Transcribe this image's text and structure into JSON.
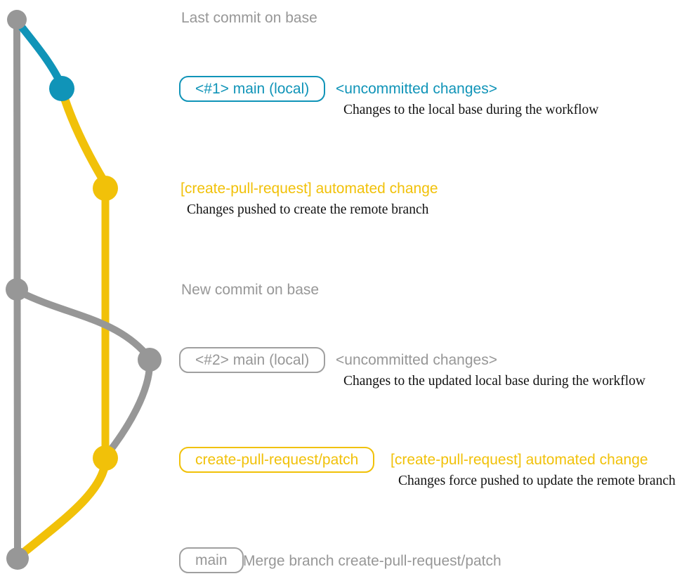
{
  "colors": {
    "gray": "#979797",
    "blue": "#1094b8",
    "yellow": "#f1c109",
    "annotation_text": "#111111",
    "background": "#ffffff"
  },
  "graph": {
    "type": "git-branch-diagram",
    "commits": [
      {
        "id": "last-commit-on-base",
        "branch_color": "gray"
      },
      {
        "id": "uncommitted-changes-1",
        "branch_color": "blue"
      },
      {
        "id": "automated-change-1",
        "branch_color": "yellow"
      },
      {
        "id": "new-commit-on-base",
        "branch_color": "gray"
      },
      {
        "id": "uncommitted-changes-2",
        "branch_color": "gray"
      },
      {
        "id": "automated-change-2",
        "branch_color": "yellow"
      },
      {
        "id": "merge-commit",
        "branch_color": "gray"
      }
    ]
  },
  "annotations": {
    "row1": {
      "text": "Last commit on base"
    },
    "row2": {
      "tag": "<#1> main (local)",
      "message": "<uncommitted changes>",
      "note": "Changes to the local base during the workflow"
    },
    "row3": {
      "message": "[create-pull-request] automated change",
      "note": "Changes pushed to create the remote branch"
    },
    "row4": {
      "text": "New commit on base"
    },
    "row5": {
      "tag": "<#2> main (local)",
      "message": "<uncommitted changes>",
      "note": "Changes to the updated local base during the workflow"
    },
    "row6": {
      "tag": "create-pull-request/patch",
      "message": "[create-pull-request] automated change",
      "note": "Changes force pushed to update the remote branch"
    },
    "row7": {
      "tag": "main",
      "message": "Merge branch create-pull-request/patch"
    }
  }
}
